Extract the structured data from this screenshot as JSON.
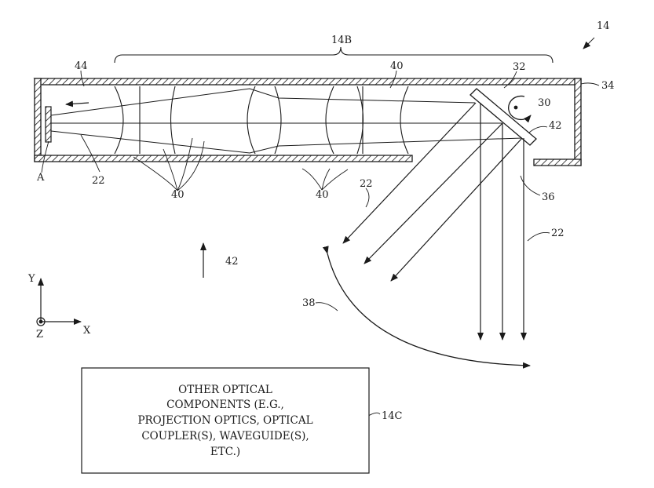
{
  "labels": {
    "fig_ref": "14",
    "section": "14B",
    "l44": "44",
    "l40_top": "40",
    "l32": "32",
    "l34": "34",
    "l30": "30",
    "l42_mirror": "42",
    "l36": "36",
    "lA": "A",
    "l22_left": "22",
    "l40_bottom_left": "40",
    "l40_bottom_right": "40",
    "l22_mid": "22",
    "l22_right": "22",
    "l42_arrow": "42",
    "l38": "38",
    "axis_y": "Y",
    "axis_x": "X",
    "axis_z": "Z",
    "l14c": "14C"
  },
  "box": {
    "lines": [
      "OTHER OPTICAL",
      "COMPONENTS (E.G.,",
      "PROJECTION OPTICS, OPTICAL",
      "COUPLER(S), WAVEGUIDE(S),",
      "ETC.)"
    ]
  }
}
